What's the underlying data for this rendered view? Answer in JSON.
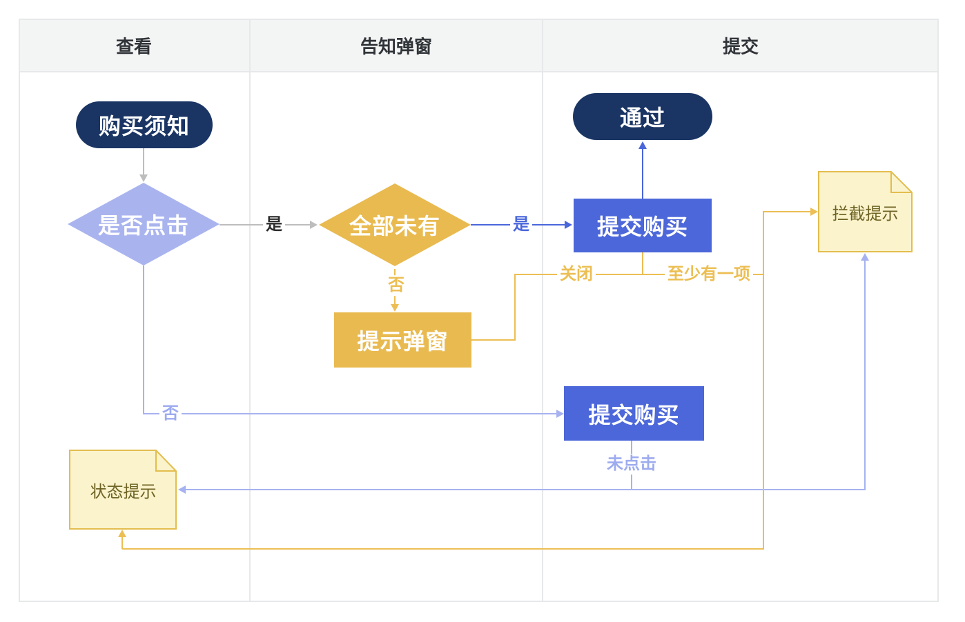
{
  "lanes": [
    {
      "label": "查看"
    },
    {
      "label": "告知弹窗"
    },
    {
      "label": "提交"
    }
  ],
  "nodes": {
    "purchase_notice": {
      "label": "购买须知"
    },
    "is_clicked": {
      "label": "是否点击"
    },
    "all_unowned": {
      "label": "全部未有"
    },
    "submit_purchase_top": {
      "label": "提交购买"
    },
    "pass": {
      "label": "通过"
    },
    "prompt_popup": {
      "label": "提示弹窗"
    },
    "submit_purchase_bottom": {
      "label": "提交购买"
    },
    "intercept_tip": {
      "label": "拦截提示"
    },
    "status_tip": {
      "label": "状态提示"
    }
  },
  "edge_labels": {
    "clicked_yes": "是",
    "all_unowned_yes": "是",
    "all_unowned_no": "否",
    "close": "关闭",
    "at_least_one": "至少有一项",
    "clicked_no": "否",
    "not_clicked": "未点击"
  },
  "colors": {
    "navy": "#1a3564",
    "blue": "#4c67d9",
    "blue_line": "#4a66db",
    "periwinkle": "#a9b4ef",
    "periwinkle_line": "#a6b2f0",
    "periwinkle_text": "#9dabef",
    "orange": "#e9ba4f",
    "orange_line": "#ecbe53",
    "note_fill": "#faf3cc",
    "note_border": "#e3bd4e",
    "note_text": "#6e6324",
    "gray_line": "#bdbdbd",
    "dark_text": "#2b2b2b",
    "header_bg": "#f3f4f4",
    "frame_border": "#e7e8e9",
    "header_text": "#303438"
  }
}
